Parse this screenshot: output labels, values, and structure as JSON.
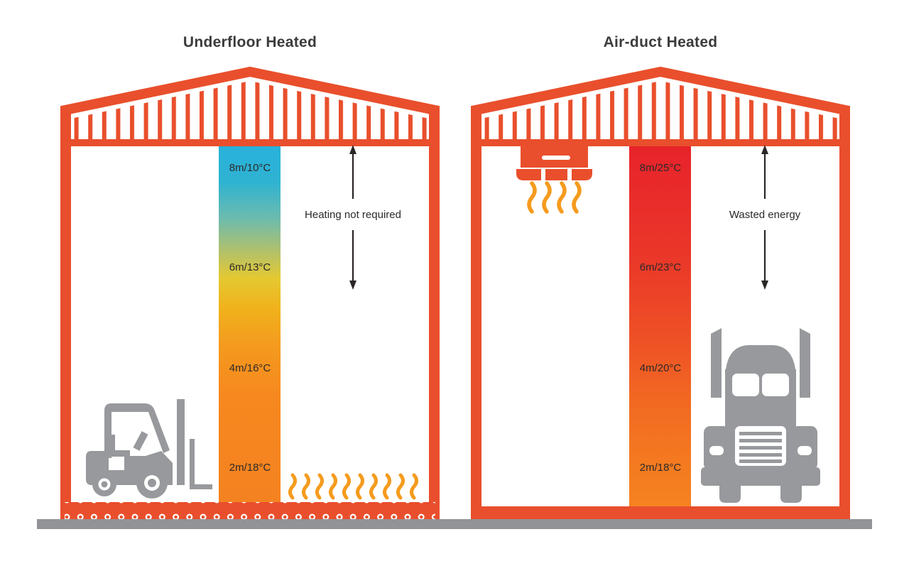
{
  "left_panel": {
    "title": "Underfloor Heated",
    "labels": [
      "8m/10°C",
      "6m/13°C",
      "4m/16°C",
      "2m/18°C"
    ],
    "annotation": "Heating not required",
    "icon": "forklift-icon"
  },
  "right_panel": {
    "title": "Air-duct Heated",
    "labels": [
      "8m/25°C",
      "6m/23°C",
      "4m/20°C",
      "2m/18°C"
    ],
    "annotation": "Wasted energy",
    "icon": "truck-icon"
  },
  "colors": {
    "structure_orange": "#E94F2C",
    "gradient_cold_cyan": "#28B1DC",
    "gradient_yellow": "#EACA28",
    "gradient_orange": "#F58220",
    "gradient_hot_red": "#E8232B",
    "heat_wave_orange": "#F59B1E",
    "icon_gray": "#97999C",
    "ground_gray": "#919396",
    "title_text": "#3B3B3C",
    "label_text": "#2D292A"
  },
  "chart_data": {
    "type": "table",
    "title": "Warehouse temperature stratification by heating method",
    "categories_height_m": [
      8,
      6,
      4,
      2
    ],
    "series": [
      {
        "name": "Underfloor Heated",
        "temps_c": [
          10,
          13,
          16,
          18
        ]
      },
      {
        "name": "Air-duct Heated",
        "temps_c": [
          25,
          23,
          20,
          18
        ]
      }
    ],
    "annotations": [
      "Heating not required",
      "Wasted energy"
    ]
  }
}
